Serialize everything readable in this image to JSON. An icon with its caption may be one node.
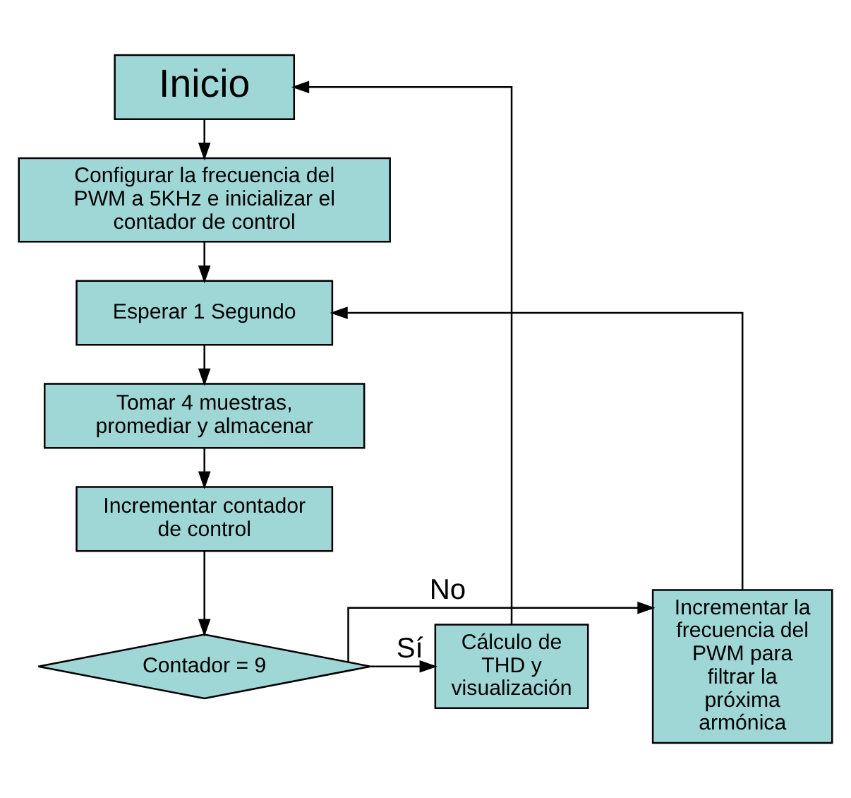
{
  "diagram": {
    "nodes": [
      {
        "text": [
          "Inicio"
        ]
      },
      {
        "text": [
          "Configurar la frecuencia del PWM a 5KHz e inicializar el contador de control"
        ]
      },
      {
        "text": [
          "Esperar 1 Segundo"
        ]
      },
      {
        "text": [
          "Tomar 4 muestras, promediar y almacenar"
        ]
      },
      {
        "text": [
          "Incrementar contador de control"
        ]
      },
      {
        "text": [
          "Contador = 9"
        ]
      },
      {
        "text": [
          "Incrementar la frecuencia del PWM para filtrar la próxima armónica"
        ]
      },
      {
        "text": [
          "Cálculo de THD y visualización"
        ]
      }
    ],
    "edges": [
      {
        "from": 0,
        "to": 1,
        "arrow": "to"
      },
      {
        "from": 1,
        "to": 2,
        "arrow": "to"
      },
      {
        "from": 2,
        "to": 3,
        "arrow": "to"
      },
      {
        "from": 3,
        "to": 4,
        "arrow": "to"
      },
      {
        "from": 4,
        "to": 5,
        "arrow": "to"
      },
      {
        "from": 5,
        "to": 6,
        "arrow": "to",
        "label": "No"
      },
      {
        "from": 5,
        "to": 7,
        "arrow": "to",
        "label": "Sí"
      },
      {
        "from": 6,
        "to": 2,
        "arrow": "to"
      },
      {
        "from": 7,
        "to": 0,
        "arrow": "to"
      }
    ]
  }
}
